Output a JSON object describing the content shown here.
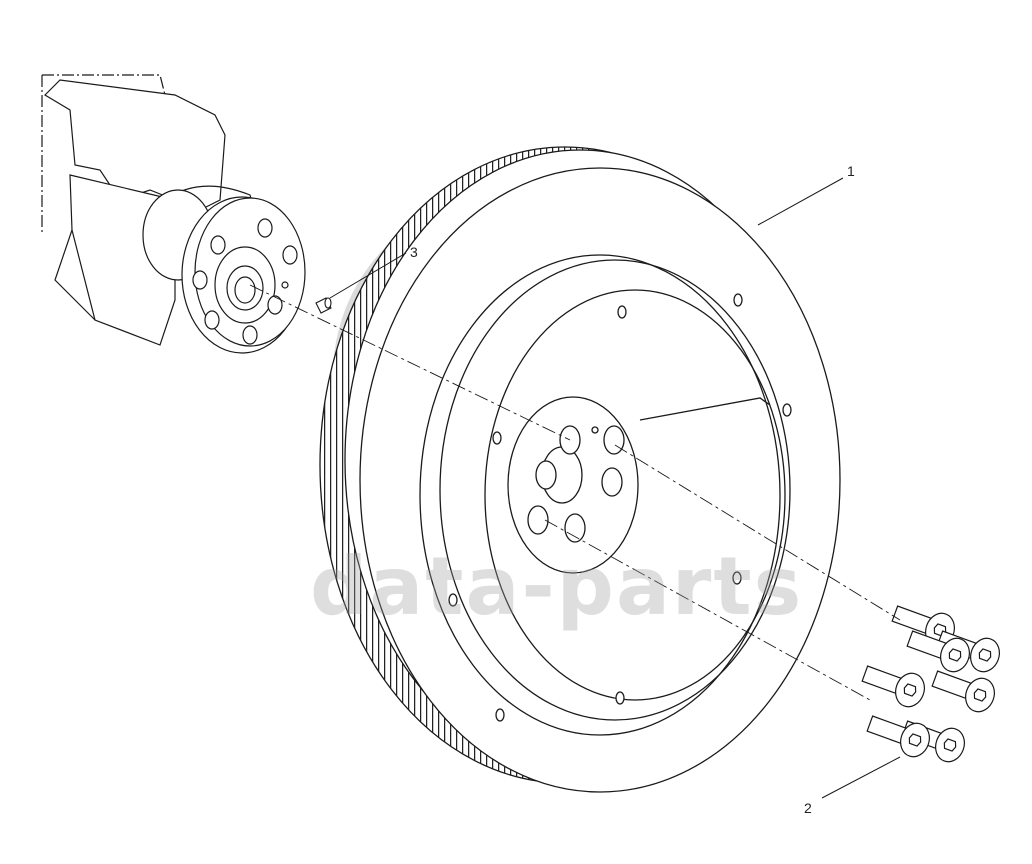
{
  "callouts": [
    {
      "id": "1",
      "label": "1"
    },
    {
      "id": "2",
      "label": "2"
    },
    {
      "id": "3",
      "label": "3"
    }
  ],
  "watermark": {
    "text": "data-parts"
  },
  "colors": {
    "line": "#1a1a1a",
    "watermark": "#a0a0a0",
    "background": "#ffffff"
  }
}
